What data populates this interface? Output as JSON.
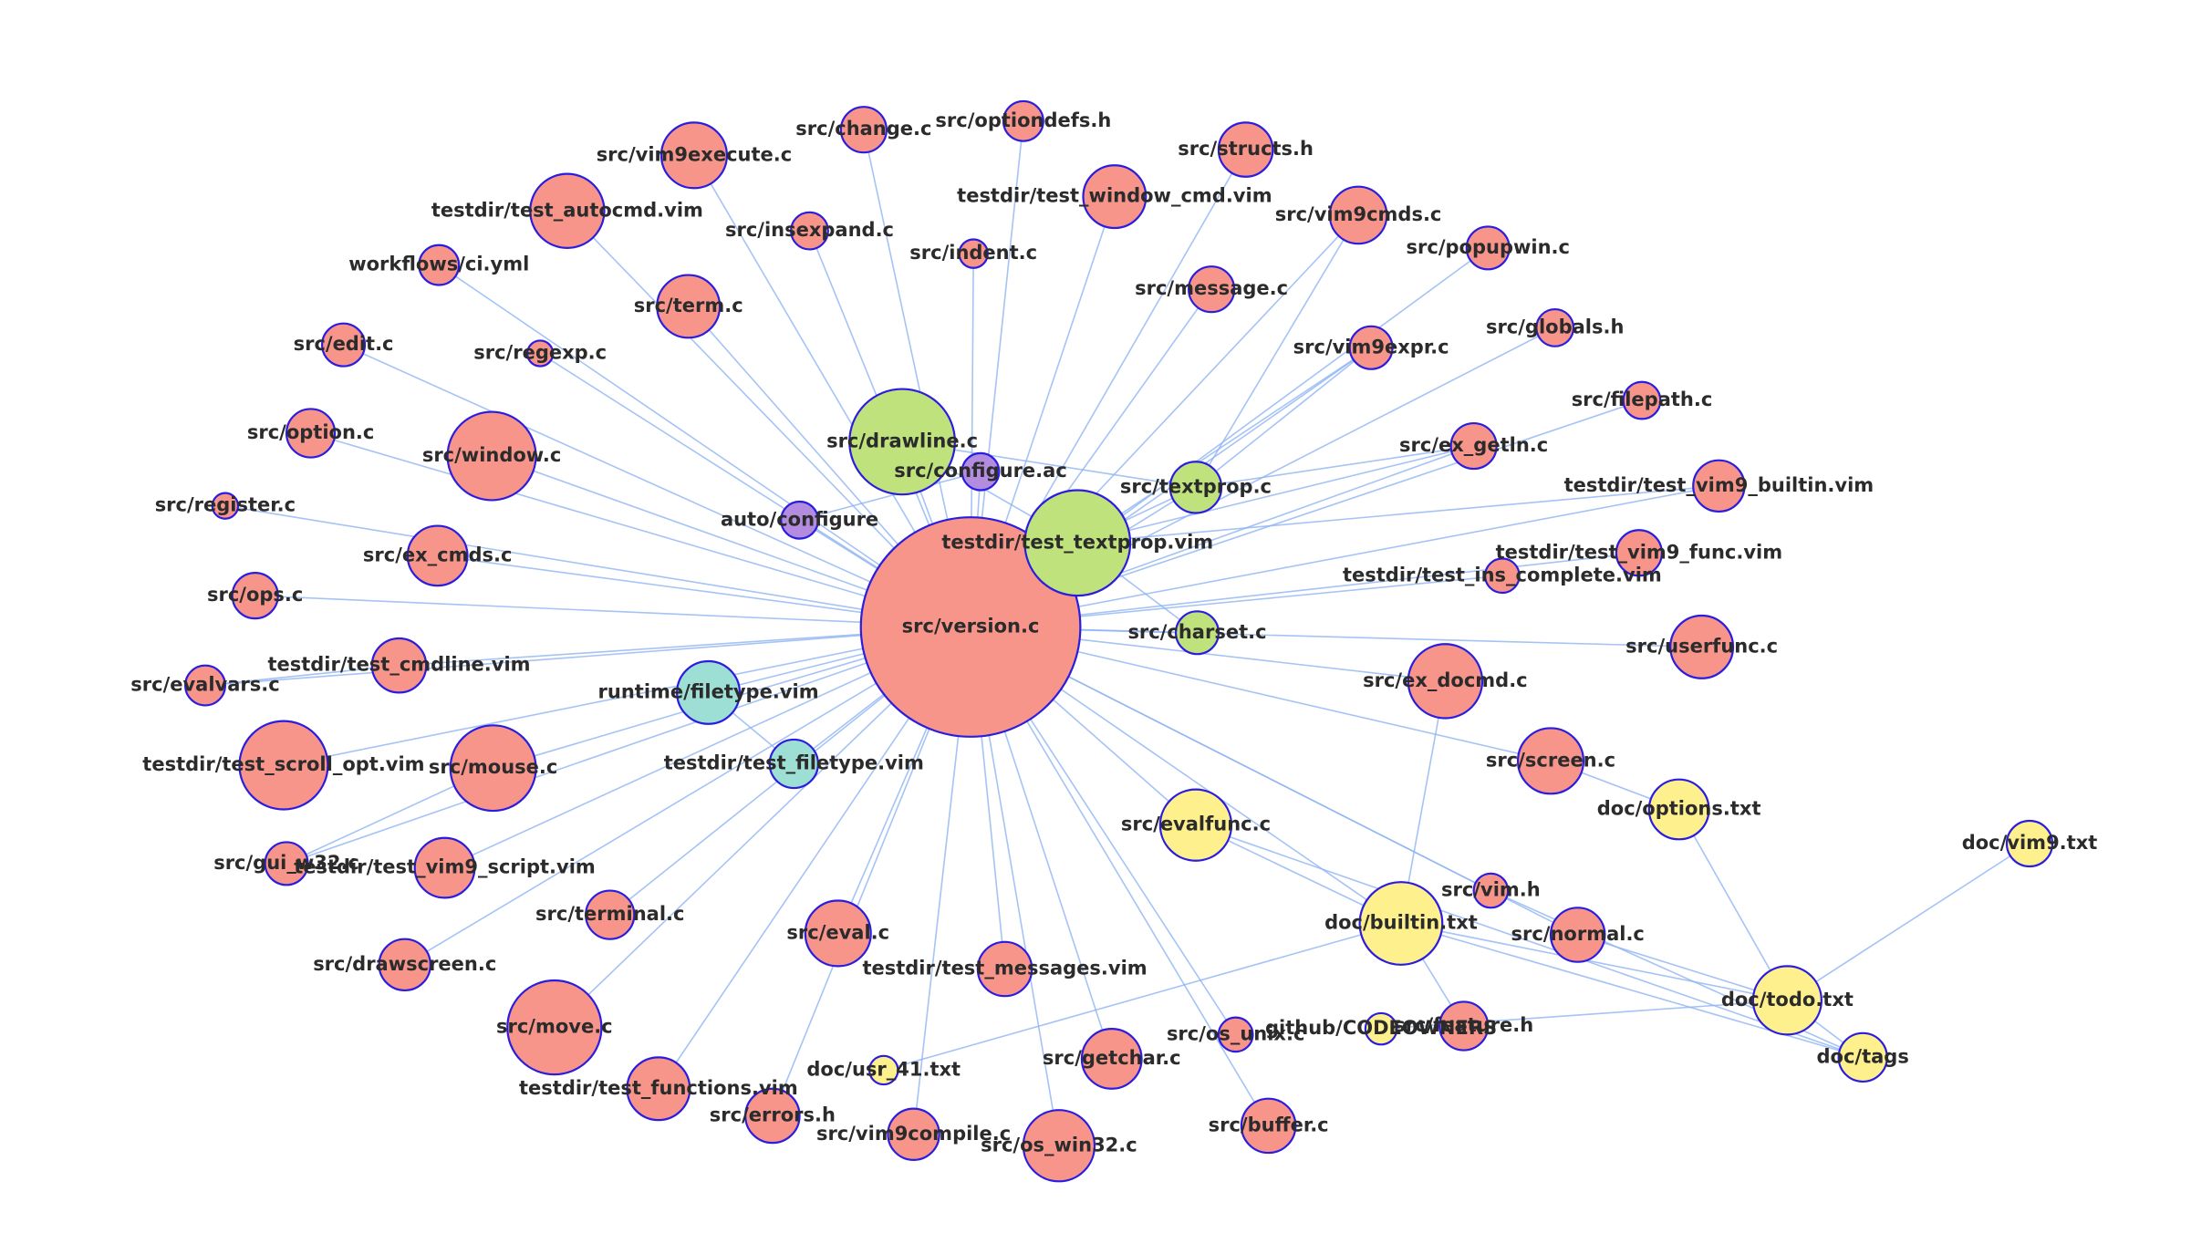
{
  "colors": {
    "red": "#f8958a",
    "green": "#bfe27d",
    "purple": "#b38ce0",
    "teal": "#9ddfd4",
    "yellow": "#fef08c",
    "edge": "#8fb4f3",
    "node_border": "#2a1de0"
  },
  "nodes": [
    {
      "id": "src/version.c",
      "color": "red"
    },
    {
      "id": "testdir/test_textprop.vim",
      "color": "green"
    },
    {
      "id": "src/drawline.c",
      "color": "green"
    },
    {
      "id": "src/configure.ac",
      "color": "purple"
    },
    {
      "id": "auto/configure",
      "color": "purple"
    },
    {
      "id": "src/textprop.c",
      "color": "green"
    },
    {
      "id": "src/charset.c",
      "color": "green"
    },
    {
      "id": "runtime/filetype.vim",
      "color": "teal"
    },
    {
      "id": "testdir/test_filetype.vim",
      "color": "teal"
    },
    {
      "id": "src/evalfunc.c",
      "color": "yellow"
    },
    {
      "id": "doc/builtin.txt",
      "color": "yellow"
    },
    {
      "id": "doc/options.txt",
      "color": "yellow"
    },
    {
      "id": "doc/todo.txt",
      "color": "yellow"
    },
    {
      "id": "doc/tags",
      "color": "yellow"
    },
    {
      "id": "doc/vim9.txt",
      "color": "yellow"
    },
    {
      "id": "doc/usr_41.txt",
      "color": "yellow"
    },
    {
      "id": "github/CODEOWNERS",
      "color": "yellow"
    },
    {
      "id": "src/vim9execute.c",
      "color": "red"
    },
    {
      "id": "src/change.c",
      "color": "red"
    },
    {
      "id": "src/optiondefs.h",
      "color": "red"
    },
    {
      "id": "src/structs.h",
      "color": "red"
    },
    {
      "id": "testdir/test_autocmd.vim",
      "color": "red"
    },
    {
      "id": "src/insexpand.c",
      "color": "red"
    },
    {
      "id": "src/indent.c",
      "color": "red"
    },
    {
      "id": "testdir/test_window_cmd.vim",
      "color": "red"
    },
    {
      "id": "src/vim9cmds.c",
      "color": "red"
    },
    {
      "id": "workflows/ci.yml",
      "color": "red"
    },
    {
      "id": "src/popupwin.c",
      "color": "red"
    },
    {
      "id": "src/term.c",
      "color": "red"
    },
    {
      "id": "src/message.c",
      "color": "red"
    },
    {
      "id": "src/edit.c",
      "color": "red"
    },
    {
      "id": "src/regexp.c",
      "color": "red"
    },
    {
      "id": "src/vim9expr.c",
      "color": "red"
    },
    {
      "id": "src/globals.h",
      "color": "red"
    },
    {
      "id": "src/option.c",
      "color": "red"
    },
    {
      "id": "src/window.c",
      "color": "red"
    },
    {
      "id": "src/filepath.c",
      "color": "red"
    },
    {
      "id": "src/ex_getln.c",
      "color": "red"
    },
    {
      "id": "src/register.c",
      "color": "red"
    },
    {
      "id": "testdir/test_vim9_builtin.vim",
      "color": "red"
    },
    {
      "id": "src/ex_cmds.c",
      "color": "red"
    },
    {
      "id": "testdir/test_vim9_func.vim",
      "color": "red"
    },
    {
      "id": "testdir/test_ins_complete.vim",
      "color": "red"
    },
    {
      "id": "src/ops.c",
      "color": "red"
    },
    {
      "id": "testdir/test_cmdline.vim",
      "color": "red"
    },
    {
      "id": "src/userfunc.c",
      "color": "red"
    },
    {
      "id": "src/evalvars.c",
      "color": "red"
    },
    {
      "id": "src/ex_docmd.c",
      "color": "red"
    },
    {
      "id": "testdir/test_scroll_opt.vim",
      "color": "red"
    },
    {
      "id": "src/mouse.c",
      "color": "red"
    },
    {
      "id": "src/screen.c",
      "color": "red"
    },
    {
      "id": "src/gui_w32.c",
      "color": "red"
    },
    {
      "id": "testdir/test_vim9_script.vim",
      "color": "red"
    },
    {
      "id": "src/terminal.c",
      "color": "red"
    },
    {
      "id": "src/eval.c",
      "color": "red"
    },
    {
      "id": "src/vim.h",
      "color": "red"
    },
    {
      "id": "src/normal.c",
      "color": "red"
    },
    {
      "id": "src/drawscreen.c",
      "color": "red"
    },
    {
      "id": "testdir/test_messages.vim",
      "color": "red"
    },
    {
      "id": "src/move.c",
      "color": "red"
    },
    {
      "id": "src/os_unix.c",
      "color": "red"
    },
    {
      "id": "src/feature.h",
      "color": "red"
    },
    {
      "id": "src/getchar.c",
      "color": "red"
    },
    {
      "id": "testdir/test_functions.vim",
      "color": "red"
    },
    {
      "id": "src/errors.h",
      "color": "red"
    },
    {
      "id": "src/vim9compile.c",
      "color": "red"
    },
    {
      "id": "src/os_win32.c",
      "color": "red"
    },
    {
      "id": "src/buffer.c",
      "color": "red"
    }
  ],
  "edges": [
    [
      "src/version.c",
      "testdir/test_textprop.vim"
    ],
    [
      "src/version.c",
      "src/drawline.c"
    ],
    [
      "src/version.c",
      "src/configure.ac"
    ],
    [
      "src/version.c",
      "auto/configure"
    ],
    [
      "src/version.c",
      "src/textprop.c"
    ],
    [
      "src/version.c",
      "src/charset.c"
    ],
    [
      "src/version.c",
      "runtime/filetype.vim"
    ],
    [
      "src/version.c",
      "testdir/test_filetype.vim"
    ],
    [
      "src/version.c",
      "src/evalfunc.c"
    ],
    [
      "src/version.c",
      "doc/builtin.txt"
    ],
    [
      "src/version.c",
      "src/vim9execute.c"
    ],
    [
      "src/version.c",
      "src/change.c"
    ],
    [
      "src/version.c",
      "src/optiondefs.h"
    ],
    [
      "src/version.c",
      "src/structs.h"
    ],
    [
      "src/version.c",
      "testdir/test_autocmd.vim"
    ],
    [
      "src/version.c",
      "src/insexpand.c"
    ],
    [
      "src/version.c",
      "src/indent.c"
    ],
    [
      "src/version.c",
      "testdir/test_window_cmd.vim"
    ],
    [
      "src/version.c",
      "src/vim9cmds.c"
    ],
    [
      "src/version.c",
      "workflows/ci.yml"
    ],
    [
      "src/version.c",
      "src/popupwin.c"
    ],
    [
      "src/version.c",
      "src/term.c"
    ],
    [
      "src/version.c",
      "src/message.c"
    ],
    [
      "src/version.c",
      "src/edit.c"
    ],
    [
      "src/version.c",
      "src/regexp.c"
    ],
    [
      "src/version.c",
      "src/vim9expr.c"
    ],
    [
      "src/version.c",
      "src/globals.h"
    ],
    [
      "src/version.c",
      "src/option.c"
    ],
    [
      "src/version.c",
      "src/window.c"
    ],
    [
      "src/version.c",
      "src/filepath.c"
    ],
    [
      "src/version.c",
      "src/ex_getln.c"
    ],
    [
      "src/version.c",
      "src/register.c"
    ],
    [
      "src/version.c",
      "testdir/test_vim9_builtin.vim"
    ],
    [
      "src/version.c",
      "src/ex_cmds.c"
    ],
    [
      "src/version.c",
      "testdir/test_vim9_func.vim"
    ],
    [
      "src/version.c",
      "testdir/test_ins_complete.vim"
    ],
    [
      "src/version.c",
      "src/ops.c"
    ],
    [
      "src/version.c",
      "testdir/test_cmdline.vim"
    ],
    [
      "src/version.c",
      "src/userfunc.c"
    ],
    [
      "src/version.c",
      "src/evalvars.c"
    ],
    [
      "src/version.c",
      "src/ex_docmd.c"
    ],
    [
      "src/version.c",
      "testdir/test_scroll_opt.vim"
    ],
    [
      "src/version.c",
      "src/mouse.c"
    ],
    [
      "src/version.c",
      "src/screen.c"
    ],
    [
      "src/version.c",
      "src/gui_w32.c"
    ],
    [
      "src/version.c",
      "testdir/test_vim9_script.vim"
    ],
    [
      "src/version.c",
      "src/terminal.c"
    ],
    [
      "src/version.c",
      "src/eval.c"
    ],
    [
      "src/version.c",
      "src/vim.h"
    ],
    [
      "src/version.c",
      "src/normal.c"
    ],
    [
      "src/version.c",
      "src/drawscreen.c"
    ],
    [
      "src/version.c",
      "testdir/test_messages.vim"
    ],
    [
      "src/version.c",
      "src/move.c"
    ],
    [
      "src/version.c",
      "src/os_unix.c"
    ],
    [
      "src/version.c",
      "src/getchar.c"
    ],
    [
      "src/version.c",
      "testdir/test_functions.vim"
    ],
    [
      "src/version.c",
      "src/errors.h"
    ],
    [
      "src/version.c",
      "src/vim9compile.c"
    ],
    [
      "src/version.c",
      "src/os_win32.c"
    ],
    [
      "src/version.c",
      "src/buffer.c"
    ],
    [
      "testdir/test_textprop.vim",
      "src/drawline.c"
    ],
    [
      "testdir/test_textprop.vim",
      "src/textprop.c"
    ],
    [
      "testdir/test_textprop.vim",
      "src/charset.c"
    ],
    [
      "testdir/test_textprop.vim",
      "src/vim9expr.c"
    ],
    [
      "testdir/test_textprop.vim",
      "src/ex_getln.c"
    ],
    [
      "testdir/test_textprop.vim",
      "testdir/test_vim9_builtin.vim"
    ],
    [
      "src/drawline.c",
      "src/textprop.c"
    ],
    [
      "src/configure.ac",
      "auto/configure"
    ],
    [
      "runtime/filetype.vim",
      "testdir/test_filetype.vim"
    ],
    [
      "src/evalfunc.c",
      "doc/builtin.txt"
    ],
    [
      "src/evalfunc.c",
      "doc/tags"
    ],
    [
      "doc/builtin.txt",
      "doc/todo.txt"
    ],
    [
      "doc/builtin.txt",
      "doc/tags"
    ],
    [
      "doc/builtin.txt",
      "doc/usr_41.txt"
    ],
    [
      "doc/builtin.txt",
      "src/feature.h"
    ],
    [
      "doc/options.txt",
      "doc/todo.txt"
    ],
    [
      "doc/options.txt",
      "src/screen.c"
    ],
    [
      "doc/todo.txt",
      "doc/vim9.txt"
    ],
    [
      "doc/todo.txt",
      "src/normal.c"
    ],
    [
      "doc/todo.txt",
      "github/CODEOWNERS"
    ],
    [
      "doc/todo.txt",
      "doc/tags"
    ],
    [
      "src/vim.h",
      "doc/tags"
    ],
    [
      "src/ex_docmd.c",
      "doc/builtin.txt"
    ],
    [
      "src/gui_w32.c",
      "src/mouse.c"
    ],
    [
      "testdir/test_cmdline.vim",
      "src/evalvars.c"
    ],
    [
      "src/vim9cmds.c",
      "src/textprop.c"
    ],
    [
      "src/vim9expr.c",
      "src/textprop.c"
    ],
    [
      "src/ex_getln.c",
      "src/textprop.c"
    ]
  ]
}
